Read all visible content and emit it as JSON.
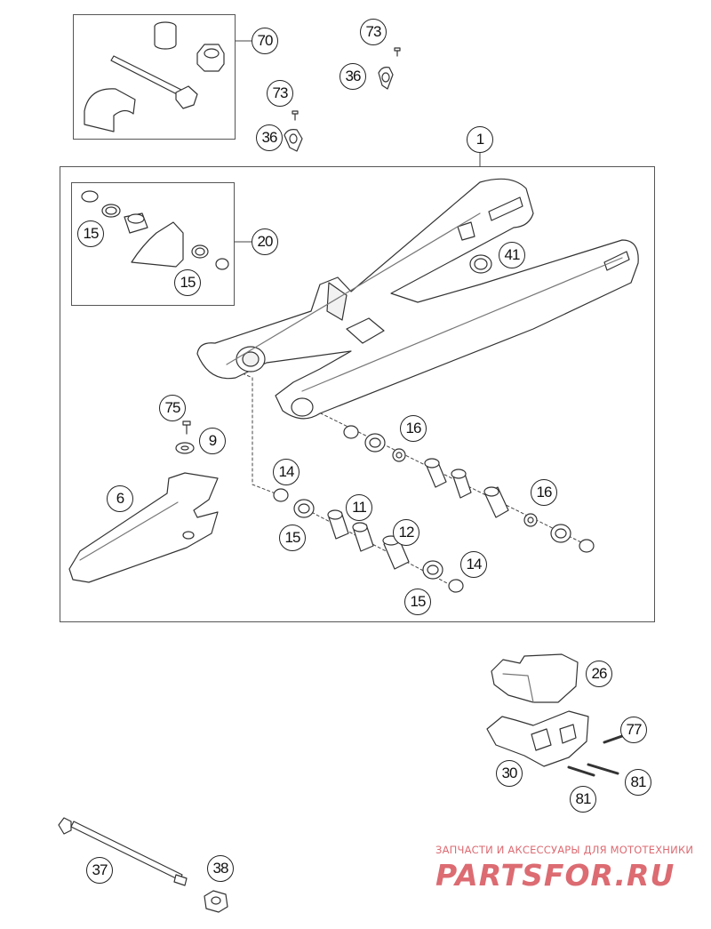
{
  "callouts": [
    {
      "id": "c70",
      "label": "70"
    },
    {
      "id": "c73a",
      "label": "73"
    },
    {
      "id": "c36a",
      "label": "36"
    },
    {
      "id": "c73b",
      "label": "73"
    },
    {
      "id": "c36b",
      "label": "36"
    },
    {
      "id": "c1",
      "label": "1"
    },
    {
      "id": "c20",
      "label": "20"
    },
    {
      "id": "c15a",
      "label": "15"
    },
    {
      "id": "c15b",
      "label": "15"
    },
    {
      "id": "c41",
      "label": "41"
    },
    {
      "id": "c75",
      "label": "75"
    },
    {
      "id": "c9",
      "label": "9"
    },
    {
      "id": "c16a",
      "label": "16"
    },
    {
      "id": "c6",
      "label": "6"
    },
    {
      "id": "c14a",
      "label": "14"
    },
    {
      "id": "c16b",
      "label": "16"
    },
    {
      "id": "c11",
      "label": "11"
    },
    {
      "id": "c12",
      "label": "12"
    },
    {
      "id": "c15c",
      "label": "15"
    },
    {
      "id": "c14b",
      "label": "14"
    },
    {
      "id": "c15d",
      "label": "15"
    },
    {
      "id": "c26",
      "label": "26"
    },
    {
      "id": "c77",
      "label": "77"
    },
    {
      "id": "c30",
      "label": "30"
    },
    {
      "id": "c81a",
      "label": "81"
    },
    {
      "id": "c81b",
      "label": "81"
    },
    {
      "id": "c37",
      "label": "37"
    },
    {
      "id": "c38",
      "label": "38"
    }
  ],
  "watermark": {
    "caption": "ЗАПЧАСТИ И АКСЕССУАРЫ ДЛЯ МОТОТЕХНИКИ",
    "logo_text": "PARTSFOR.RU",
    "color": "#dc6b72"
  },
  "colors": {
    "line": "#333333",
    "fill": "#ffffff",
    "shade": "#e6e6e6"
  }
}
